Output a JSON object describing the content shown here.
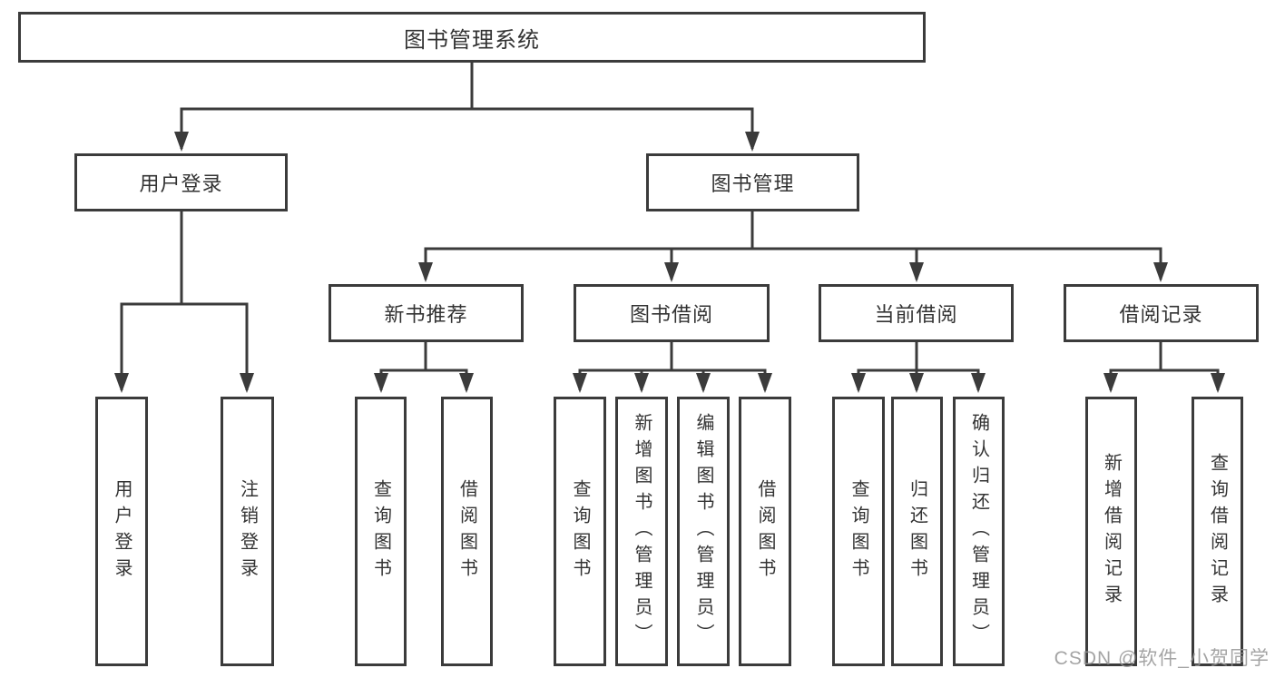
{
  "tree": {
    "label": "图书管理系统",
    "children": [
      {
        "label": "用户登录",
        "children": [
          {
            "label": "用户登录"
          },
          {
            "label": "注销登录"
          }
        ]
      },
      {
        "label": "图书管理",
        "children": [
          {
            "label": "新书推荐",
            "children": [
              {
                "label": "查询图书"
              },
              {
                "label": "借阅图书"
              }
            ]
          },
          {
            "label": "图书借阅",
            "children": [
              {
                "label": "查询图书"
              },
              {
                "label": "新增图书（管理员）"
              },
              {
                "label": "编辑图书（管理员）"
              },
              {
                "label": "借阅图书"
              }
            ]
          },
          {
            "label": "当前借阅",
            "children": [
              {
                "label": "查询图书"
              },
              {
                "label": "归还图书"
              },
              {
                "label": "确认归还（管理员）"
              }
            ]
          },
          {
            "label": "借阅记录",
            "children": [
              {
                "label": "新增借阅记录"
              },
              {
                "label": "查询借阅记录"
              }
            ]
          }
        ]
      }
    ]
  },
  "watermark": {
    "text": "CSDN @软件_小贺同学"
  },
  "colors": {
    "line": "#3b3b3b",
    "text": "#333333",
    "background": "#ffffff",
    "watermark": "#949494"
  }
}
